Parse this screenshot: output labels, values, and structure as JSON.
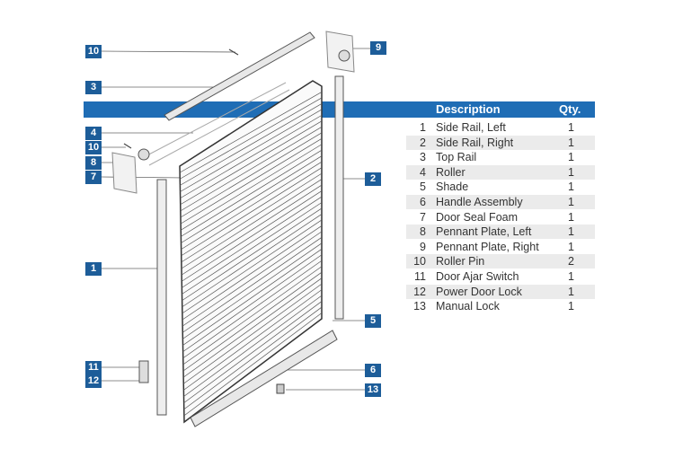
{
  "table": {
    "header_description": "Description",
    "header_qty": "Qty.",
    "rows": [
      {
        "num": "1",
        "desc": "Side Rail, Left",
        "qty": "1"
      },
      {
        "num": "2",
        "desc": "Side Rail, Right",
        "qty": "1"
      },
      {
        "num": "3",
        "desc": "Top Rail",
        "qty": "1"
      },
      {
        "num": "4",
        "desc": "Roller",
        "qty": "1"
      },
      {
        "num": "5",
        "desc": "Shade",
        "qty": "1"
      },
      {
        "num": "6",
        "desc": "Handle Assembly",
        "qty": "1"
      },
      {
        "num": "7",
        "desc": "Door Seal Foam",
        "qty": "1"
      },
      {
        "num": "8",
        "desc": "Pennant Plate, Left",
        "qty": "1"
      },
      {
        "num": "9",
        "desc": "Pennant Plate, Right",
        "qty": "1"
      },
      {
        "num": "10",
        "desc": "Roller Pin",
        "qty": "2"
      },
      {
        "num": "11",
        "desc": "Door Ajar Switch",
        "qty": "1"
      },
      {
        "num": "12",
        "desc": "Power Door Lock",
        "qty": "1"
      },
      {
        "num": "13",
        "desc": "Manual Lock",
        "qty": "1"
      }
    ]
  },
  "callouts": {
    "c10a": "10",
    "c3": "3",
    "c4": "4",
    "c10b": "10",
    "c8": "8",
    "c7": "7",
    "c1": "1",
    "c11": "11",
    "c12": "12",
    "c9": "9",
    "c2": "2",
    "c5": "5",
    "c6": "6",
    "c13": "13"
  },
  "colors": {
    "accent": "#1f6db5",
    "tag": "#1d5d99"
  }
}
